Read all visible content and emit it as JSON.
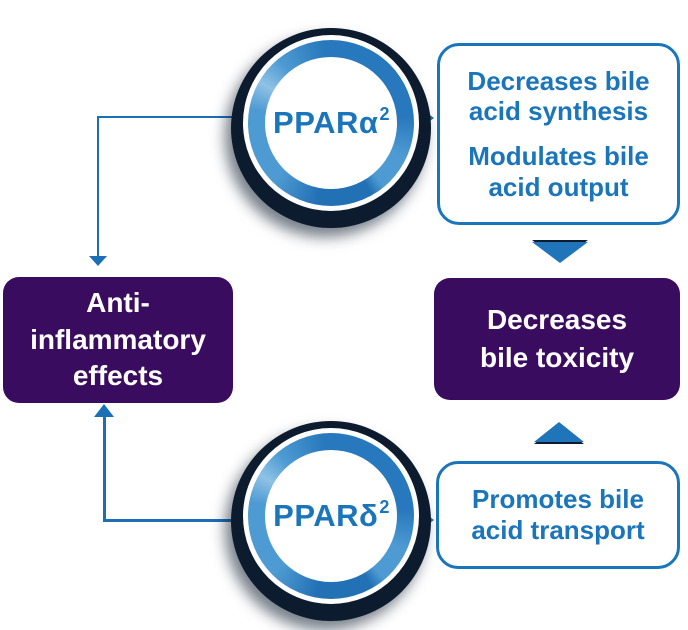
{
  "palette": {
    "blue_text": "#1b75bb",
    "blue_line": "#1b6fb5",
    "blue_triangle": "#1f74ba",
    "ring_light": "#8fc2e6",
    "ring_mid": "#4e9bd3",
    "ring_dark": "#2371b5",
    "navy_outline": "#0c1c2e",
    "purple_box": "#3a0c60",
    "white": "#ffffff"
  },
  "circles": {
    "alpha": {
      "name": "PPARα",
      "sup": "2"
    },
    "delta": {
      "name": "PPARδ",
      "sup": "2"
    }
  },
  "boxes": {
    "anti_inflammatory": {
      "lines": [
        "Anti-",
        "inflammatory",
        "effects"
      ]
    },
    "bile_synthesis": {
      "para1": [
        "Decreases bile",
        "acid synthesis"
      ],
      "para2": [
        "Modulates bile",
        "acid output"
      ]
    },
    "bile_toxicity": {
      "lines": [
        "Decreases",
        "bile toxicity"
      ]
    },
    "bile_transport": {
      "lines": [
        "Promotes bile",
        "acid transport"
      ]
    }
  }
}
